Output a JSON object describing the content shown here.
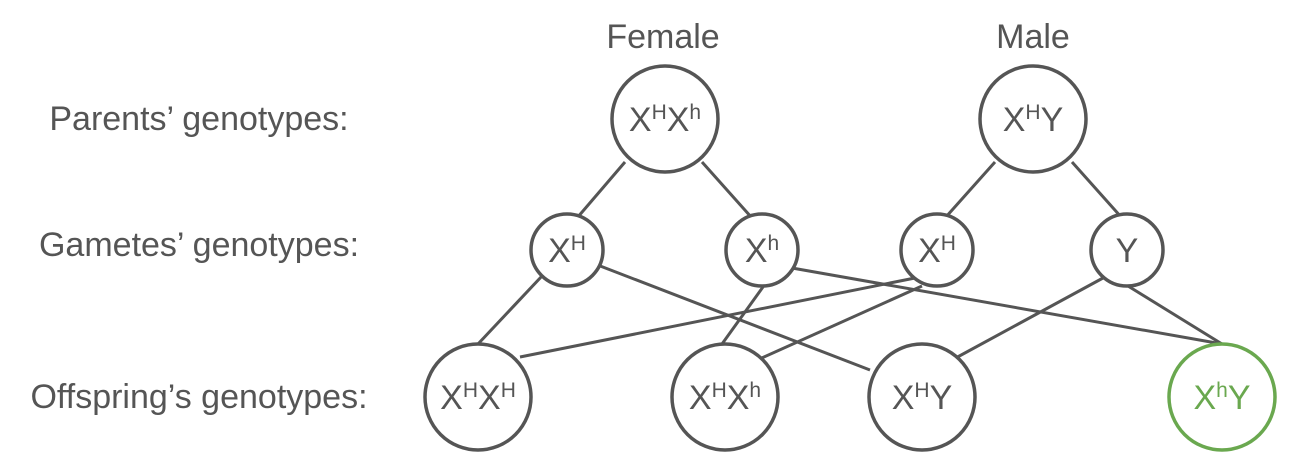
{
  "headers": {
    "female": "Female",
    "male": "Male"
  },
  "row_labels": {
    "parents": "Parents’ genotypes:",
    "gametes": "Gametes’ genotypes:",
    "offspring": "Offspring’s genotypes:"
  },
  "nodes": {
    "parent_female": {
      "parts": [
        "X",
        "H",
        "X",
        "h"
      ]
    },
    "parent_male": {
      "parts": [
        "X",
        "H",
        "Y",
        ""
      ]
    },
    "gamete_1": {
      "parts": [
        "X",
        "H",
        "",
        ""
      ]
    },
    "gamete_2": {
      "parts": [
        "X",
        "h",
        "",
        ""
      ]
    },
    "gamete_3": {
      "parts": [
        "X",
        "H",
        "",
        ""
      ]
    },
    "gamete_4": {
      "parts": [
        "Y",
        "",
        "",
        ""
      ]
    },
    "offspring_1": {
      "parts": [
        "X",
        "H",
        "X",
        "H"
      ]
    },
    "offspring_2": {
      "parts": [
        "X",
        "H",
        "X",
        "h"
      ]
    },
    "offspring_3": {
      "parts": [
        "X",
        "H",
        "Y",
        ""
      ]
    },
    "offspring_4": {
      "parts": [
        "X",
        "h",
        "Y",
        ""
      ]
    }
  },
  "colors": {
    "line": "#555555",
    "highlight": "#6aa84f"
  }
}
